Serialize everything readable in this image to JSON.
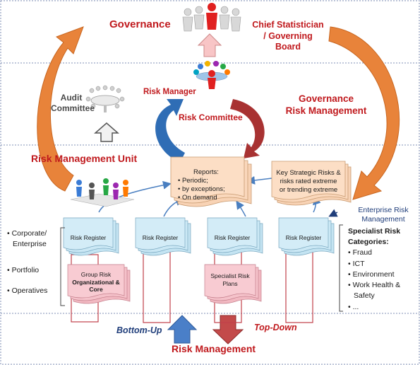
{
  "titles": {
    "governance": "Governance",
    "chief_statistician": [
      "Chief Statistician",
      "/ Governing",
      "Board"
    ],
    "audit_committee": [
      "Audit",
      "Committee"
    ],
    "risk_manager": "Risk Manager",
    "risk_committee": "Risk Committee",
    "governance_risk_management": [
      "Governance",
      "Risk Management"
    ],
    "risk_management_unit": "Risk Management Unit",
    "enterprise_risk_management": [
      "Enterprise Risk",
      "Management"
    ],
    "risk_management_bottom": "Risk Management"
  },
  "reports_box": {
    "heading": "Reports:",
    "items": [
      "Periodic;",
      "by exceptions;",
      "On demand"
    ]
  },
  "key_risks_box": [
    "Key Strategic Risks &",
    "risks rated extreme",
    "or trending extreme"
  ],
  "risk_register_label": "Risk Register",
  "group_risk": [
    "Group Risk",
    "Organizational &",
    "Core"
  ],
  "specialist_plans": [
    "Specialist Risk",
    "Plans"
  ],
  "levels": [
    "Corporate/",
    "Enterprise",
    "Portfolio",
    "Operatives"
  ],
  "specialist_categories": {
    "heading": [
      "Specialist Risk",
      "Categories:"
    ],
    "items": [
      "Fraud",
      "ICT",
      "Environment",
      "Work Health &",
      "Safety",
      "..."
    ]
  },
  "arrow_labels": {
    "bottom_up": "Bottom-Up",
    "top_down": "Top-Down"
  },
  "colors": {
    "zone_border": "#7f8fb4",
    "orange_arrow": "#e8833a",
    "blue_arrow": "#2f6db5",
    "dark_red_arrow": "#a83232",
    "register_fill": "#cfeaf5",
    "report_fill": "#fbd3b0",
    "pink_fill": "#f6c7cf",
    "stand_line": "#c0404a"
  },
  "icons": [
    "people-group-icon",
    "meeting-table-icon",
    "team-circle-icon",
    "puzzle-people-icon"
  ]
}
